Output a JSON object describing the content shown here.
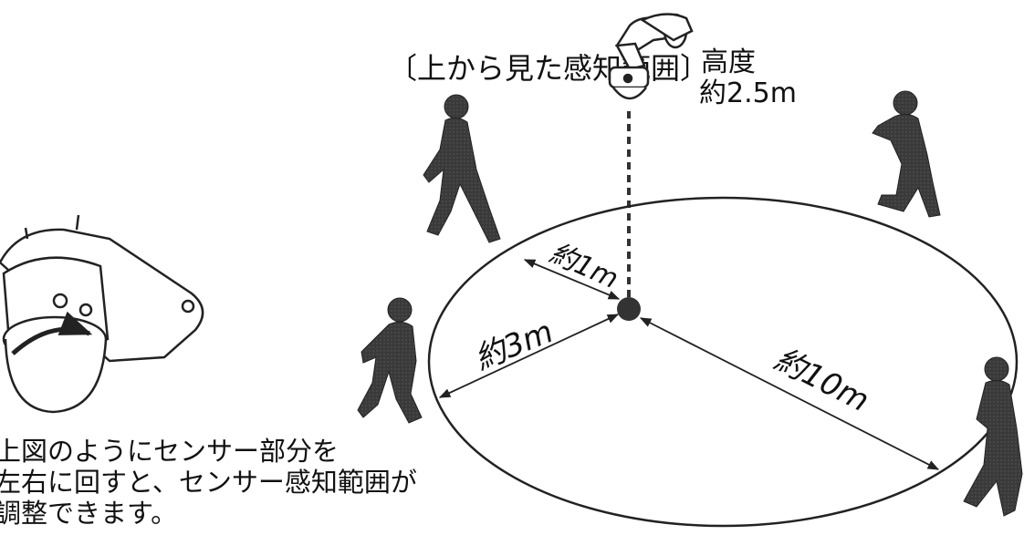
{
  "heading": "〔上から見た感知範囲〕",
  "height_label": "高度",
  "height_value": "約2.5m",
  "distances": {
    "near": "約1m",
    "side": "約3m",
    "far": "約10m"
  },
  "caption_lines": [
    "上図のようにセンサー部分を",
    "左右に回すと、センサー感知範囲が",
    "調整できます。"
  ]
}
